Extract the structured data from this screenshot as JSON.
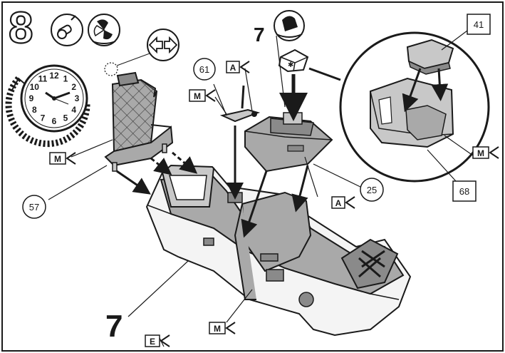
{
  "step": {
    "number": "8"
  },
  "clock": {
    "numerals": [
      "12",
      "1",
      "2",
      "3",
      "4",
      "5",
      "6",
      "7",
      "8",
      "9",
      "10",
      "11"
    ]
  },
  "icons": {
    "whistle": "whistle-icon",
    "glue": "glue-icon",
    "fan": "fan-icon",
    "flip": "flip-arrows-icon",
    "paint": "paint-icon",
    "clock": "clock-icon"
  },
  "callouts": {
    "part_7_top": "7",
    "part_7_bottom": "7",
    "part_61": "61",
    "part_57": "57",
    "part_25": "25",
    "part_41": "41",
    "part_68": "68",
    "tag_a_top": "A",
    "tag_a_right": "A",
    "tag_m_seat": "M",
    "tag_m_stick": "M",
    "tag_m_bottom": "M",
    "tag_m_detail": "M",
    "tag_e_bottom": "E"
  },
  "colors": {
    "ink": "#1a1a1a",
    "part_gray": "#a9a9a9",
    "part_dark": "#8a8a8a",
    "part_light": "#c8c8c8",
    "tub_white": "#f4f4f4",
    "clock_face": "#ffffff"
  }
}
